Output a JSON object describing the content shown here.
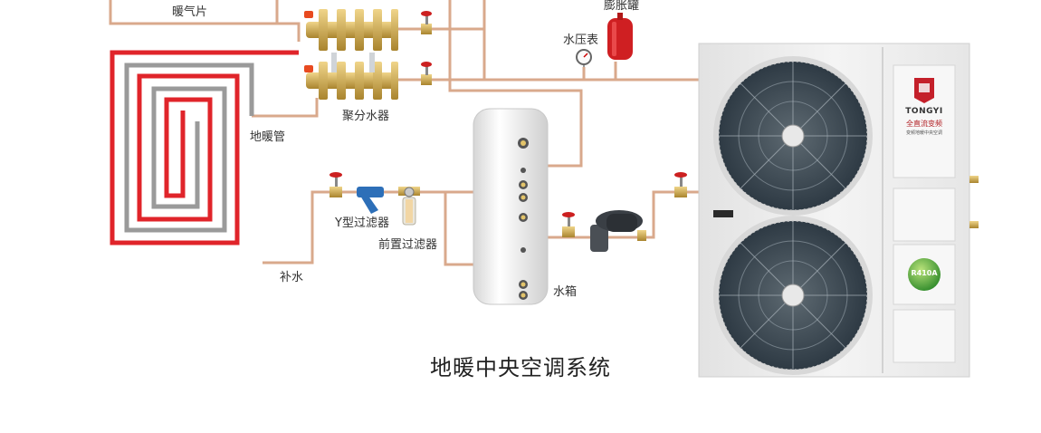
{
  "diagram": {
    "title": "地暖中央空调系统",
    "labels": {
      "radiator": "暖气片",
      "expansion_tank": "膨胀罐",
      "pressure_gauge": "水压表",
      "manifold": "聚分水器",
      "floor_heating_pipe": "地暖管",
      "y_filter": "Y型过滤器",
      "pre_filter": "前置过滤器",
      "water_supply": "补水",
      "water_tank": "水箱"
    },
    "unit": {
      "brand": "TONGYI",
      "slogan": "全直流变频",
      "subtitle": "变频地暖中央空调",
      "badge": "R410A"
    },
    "colors": {
      "pipe": "#d9a98c",
      "floor_red": "#e0242a",
      "floor_gray": "#9a9a9a",
      "valve_red": "#cc2020",
      "brass": "#c8a24a",
      "tank": "#f2f2f2",
      "unit_body": "#eeeeee"
    }
  }
}
